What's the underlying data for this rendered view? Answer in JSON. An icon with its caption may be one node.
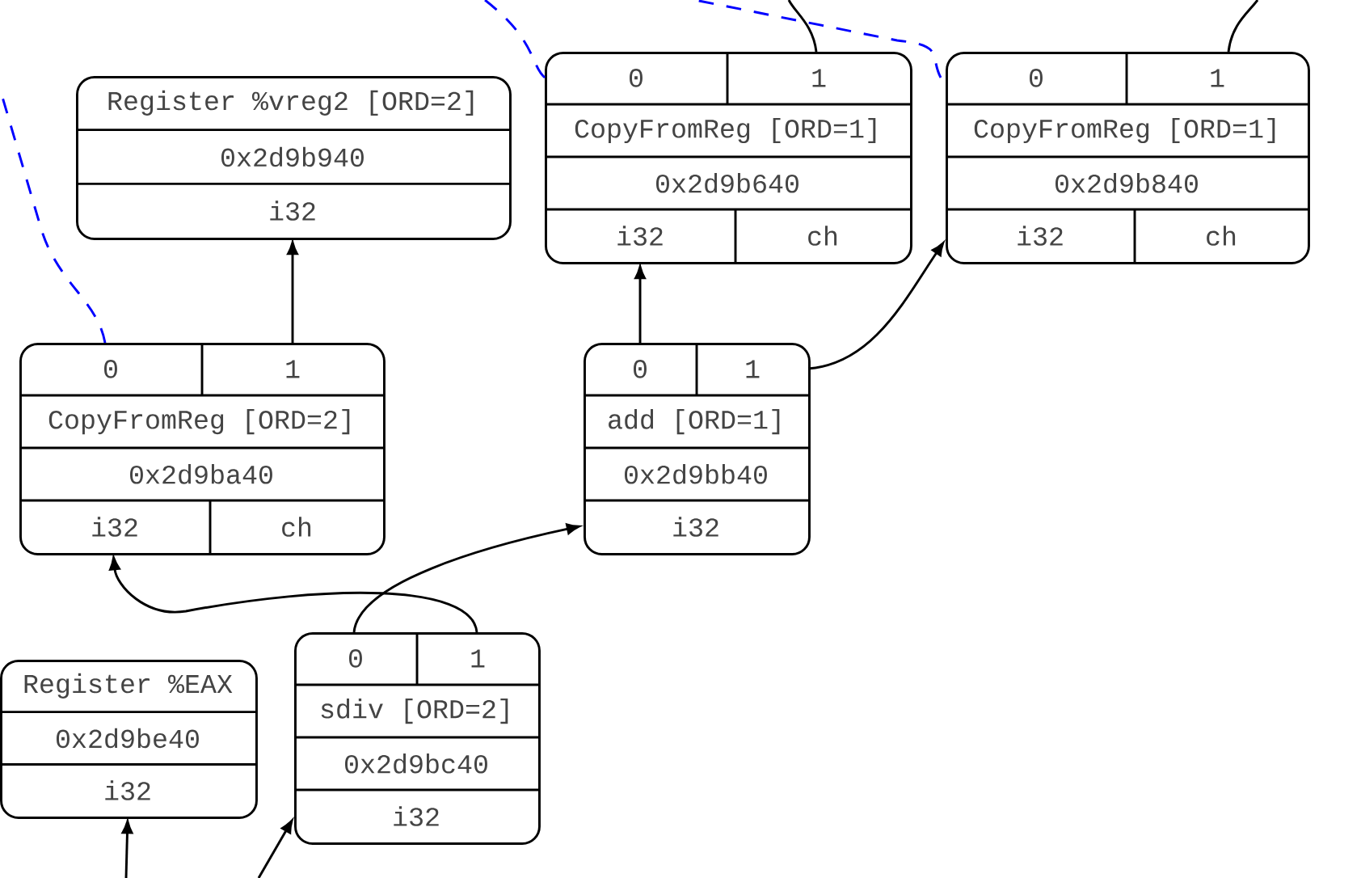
{
  "diagram": {
    "nodes": [
      {
        "text": [
          "Register %vreg2 [ORD=2]",
          "0x2d9b940",
          "i32"
        ]
      },
      {
        "text": [
          "0",
          "1",
          "CopyFromReg [ORD=1]",
          "0x2d9b640",
          "i32",
          "ch"
        ]
      },
      {
        "text": [
          "0",
          "1",
          "CopyFromReg [ORD=1]",
          "0x2d9b840",
          "i32",
          "ch"
        ]
      },
      {
        "text": [
          "0",
          "1",
          "CopyFromReg [ORD=2]",
          "0x2d9ba40",
          "i32",
          "ch"
        ]
      },
      {
        "text": [
          "0",
          "1",
          "add [ORD=1]",
          "0x2d9bb40",
          "i32"
        ]
      },
      {
        "text": [
          "Register %EAX",
          "0x2d9be40",
          "i32"
        ]
      },
      {
        "text": [
          "0",
          "1",
          "sdiv [ORD=2]",
          "0x2d9bc40",
          "i32"
        ]
      }
    ],
    "edges": [
      {
        "from": 3,
        "to": 0,
        "arrow": "to"
      },
      {
        "from": 4,
        "to": 1,
        "arrow": "to"
      },
      {
        "from": 4,
        "to": 2,
        "arrow": "to"
      },
      {
        "from": 6,
        "to": 4,
        "arrow": "to"
      },
      {
        "from": 6,
        "to": 3,
        "arrow": "to"
      },
      {
        "from": 1,
        "to": null,
        "arrow": "none"
      },
      {
        "from": 2,
        "to": null,
        "arrow": "none"
      },
      {
        "from": 3,
        "to": null,
        "arrow": "none",
        "style": "dashed",
        "color": "#0000ff"
      },
      {
        "from": 1,
        "to": null,
        "arrow": "none",
        "style": "dashed",
        "color": "#0000ff"
      },
      {
        "from": 2,
        "to": null,
        "arrow": "none",
        "style": "dashed",
        "color": "#0000ff"
      },
      {
        "from": null,
        "to": 5,
        "arrow": "to"
      },
      {
        "from": null,
        "to": 6,
        "arrow": "to"
      }
    ]
  }
}
